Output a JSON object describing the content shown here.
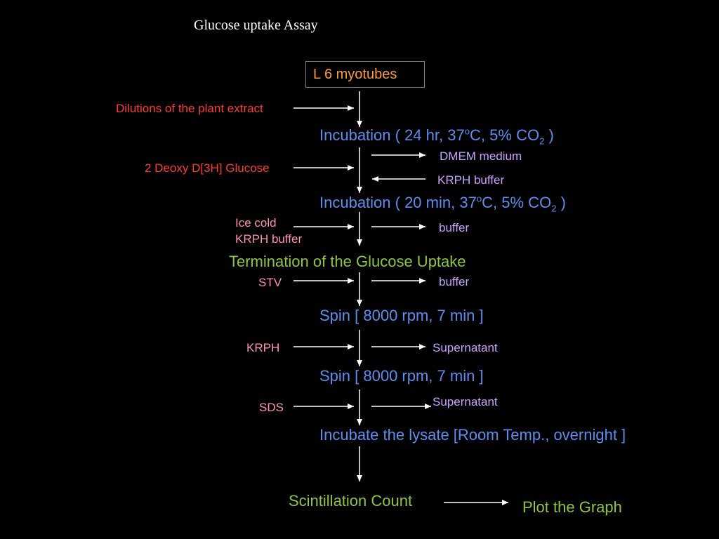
{
  "title": "Glucose uptake Assay",
  "start_node": "L 6 myotubes",
  "steps": {
    "incubation_24hr": {
      "prefix": "Incubation ( 24 hr, 37",
      "sup": "o",
      "middle": "C, 5% CO",
      "sub": "2",
      "suffix": " )"
    },
    "incubation_20min": {
      "prefix": "Incubation ( 20 min, 37",
      "sup": "o",
      "middle": "C, 5% CO",
      "sub": "2",
      "suffix": " )"
    },
    "termination": "Termination of the Glucose Uptake",
    "spin_1": "Spin [ 8000 rpm, 7 min ]",
    "spin_2": "Spin [ 8000 rpm, 7 min ]",
    "incubate_lysate": "Incubate the lysate [Room Temp., overnight ]",
    "scintillation": "Scintillation Count",
    "plot": "Plot the Graph"
  },
  "inputs": {
    "dilutions": "Dilutions of the plant extract",
    "deoxy_glucose": "2 Deoxy D[3H] Glucose",
    "ice_cold_line1": "Ice cold",
    "ice_cold_line2": "KRPH buffer",
    "stv": "STV",
    "krph": "KRPH",
    "sds": "SDS"
  },
  "side_outputs": {
    "dmem": "DMEM medium",
    "krph_buffer": "KRPH buffer",
    "buffer_1": "buffer",
    "buffer_2": "buffer",
    "supernatant_1": "Supernatant",
    "supernatant_2": "Supernatant"
  },
  "colors": {
    "background": "#000000",
    "step_blue": "#5b8ef0",
    "step_green": "#8dc63f",
    "reagent_red": "#ff3b30",
    "reagent_pink": "#ff8fb8",
    "output_violet": "#c9a0ff",
    "start_orange": "#ff9a3c",
    "arrow": "#ffffff"
  }
}
